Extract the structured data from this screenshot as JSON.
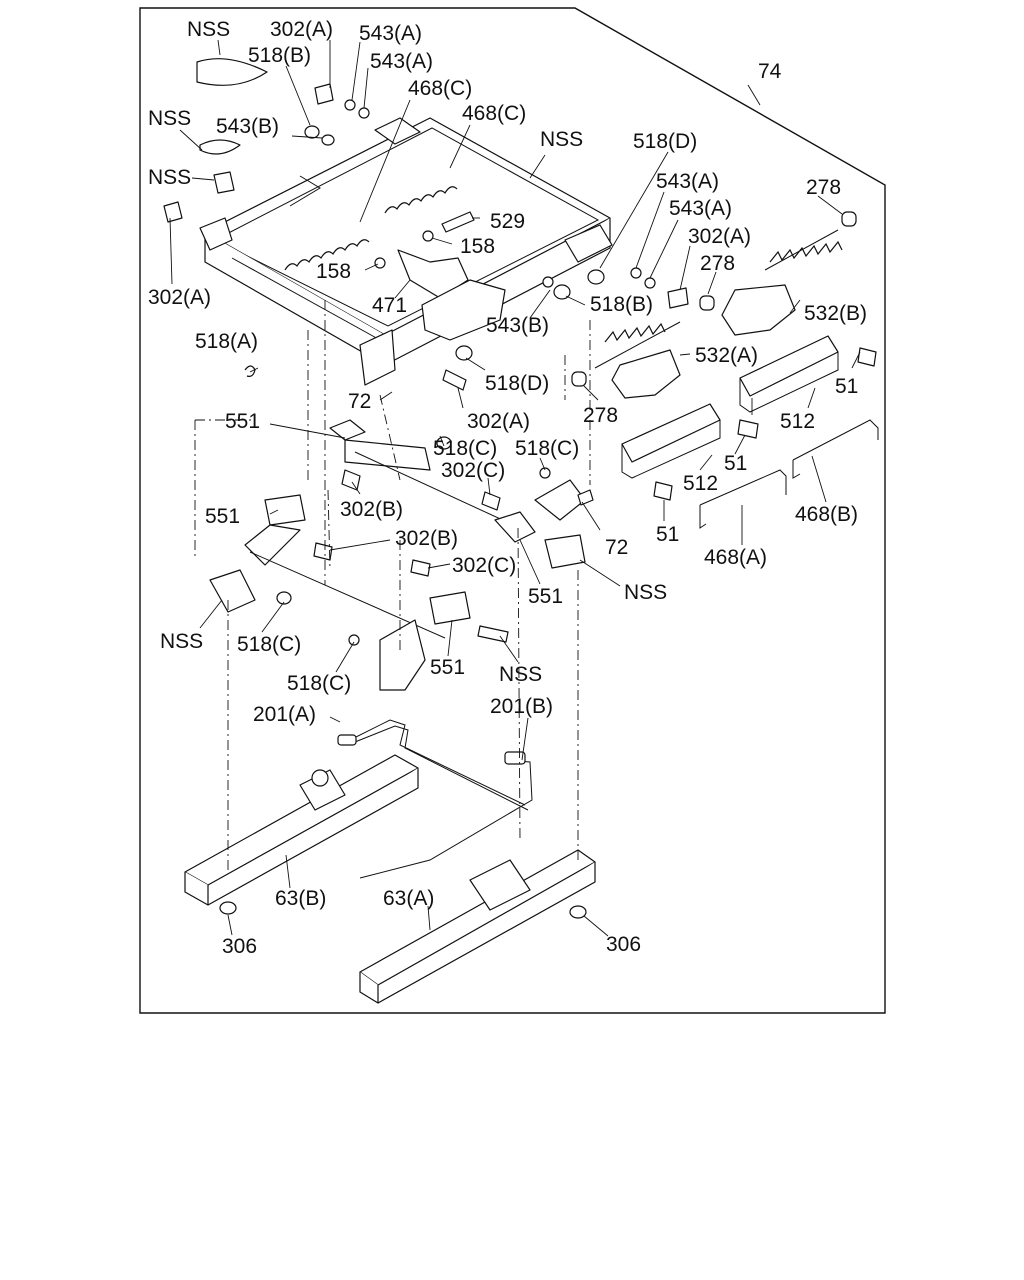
{
  "diagram": {
    "assembly_ref": "74",
    "labels": {
      "nss_1": "NSS",
      "nss_2": "NSS",
      "nss_3": "NSS",
      "nss_4": "NSS",
      "nss_5": "NSS",
      "nss_6": "NSS",
      "nss_7": "NSS",
      "p302a_1": "302(A)",
      "p302a_2": "302(A)",
      "p302a_3": "302(A)",
      "p302a_4": "302(A)",
      "p543a_1": "543(A)",
      "p543a_2": "543(A)",
      "p543a_3": "543(A)",
      "p543a_4": "543(A)",
      "p518b_1": "518(B)",
      "p518b_2": "518(B)",
      "p543b_1": "543(B)",
      "p543b_2": "543(B)",
      "p468c_1": "468(C)",
      "p468c_2": "468(C)",
      "p518d_1": "518(D)",
      "p518d_2": "518(D)",
      "p278_1": "278",
      "p278_2": "278",
      "p278_3": "278",
      "p529": "529",
      "p158_1": "158",
      "p158_2": "158",
      "p471": "471",
      "p532b": "532(B)",
      "p532a": "532(A)",
      "p518a": "518(A)",
      "p72_1": "72",
      "p72_2": "72",
      "p51_1": "51",
      "p51_2": "51",
      "p51_3": "51",
      "p512_1": "512",
      "p512_2": "512",
      "p551_1": "551",
      "p551_2": "551",
      "p551_3": "551",
      "p551_4": "551",
      "p518c_1": "518(C)",
      "p518c_2": "518(C)",
      "p518c_3": "518(C)",
      "p518c_4": "518(C)",
      "p302c_1": "302(C)",
      "p302c_2": "302(C)",
      "p302b_1": "302(B)",
      "p302b_2": "302(B)",
      "p468b": "468(B)",
      "p468a": "468(A)",
      "p201a": "201(A)",
      "p201b": "201(B)",
      "p63b": "63(B)",
      "p63a": "63(A)",
      "p306_1": "306",
      "p306_2": "306"
    }
  }
}
